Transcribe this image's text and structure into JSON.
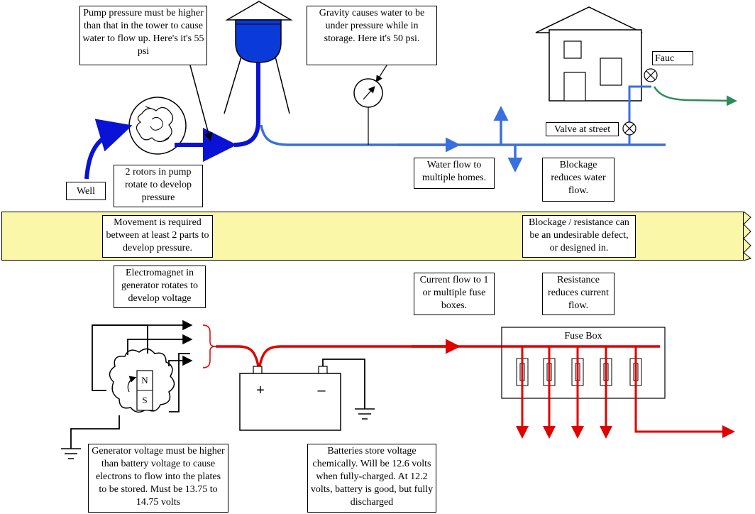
{
  "water": {
    "pump_pressure_note": "Pump pressure must be higher than that in the tower to cause water to flow up. Here's it's 55 psi",
    "gravity_note": "Gravity causes water to be under pressure while in storage. Here it's 50 psi.",
    "faucet_label": "Fauc",
    "valve_label": "Valve at street",
    "well_label": "Well",
    "rotors_note": "2 rotors in pump rotate to develop pressure",
    "flow_note": "Water flow to multiple homes.",
    "blockage_note": "Blockage reduces water flow."
  },
  "band": {
    "movement_note": "Movement is required between at least 2 parts to develop pressure.",
    "resistance_note": "Blockage / resistance can be an undesirable defect, or designed in."
  },
  "electric": {
    "electromagnet_note": "Electromagnet in generator rotates to develop voltage",
    "current_note": "Current flow to 1 or multiple fuse boxes.",
    "resistance_note": "Resistance reduces current flow.",
    "fuse_box_label": "Fuse Box",
    "magnet_north": "N",
    "magnet_south": "S",
    "battery_plus": "+",
    "battery_minus": "–",
    "generator_note": "Generator voltage must be higher than battery voltage to cause electrons to flow into the plates to be stored. Must be 13.75 to 14.75 volts",
    "battery_note": "Batteries store voltage chemically.  Will be 12.6 volts when fully-charged. At 12.2 volts, battery is good, but fully discharged"
  },
  "colors": {
    "water_dark": "#0a12d6",
    "water_light": "#3a6fe0",
    "tank_fill": "#0a3bd8",
    "faucet_out": "#2e8b57",
    "current": "#e00000",
    "band_fill": "#fbf7a8"
  }
}
